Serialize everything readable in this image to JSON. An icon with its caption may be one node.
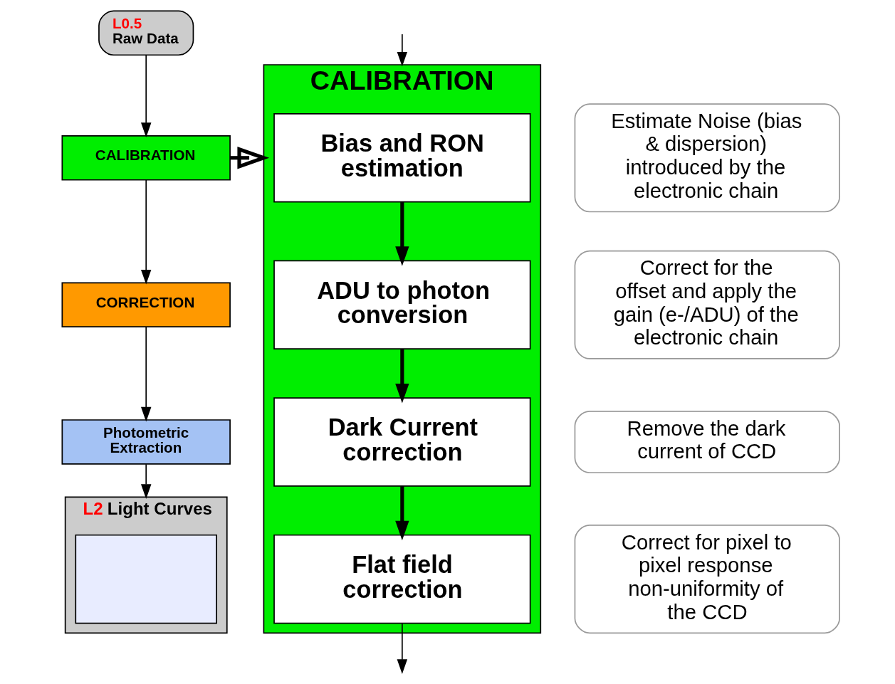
{
  "diagram": {
    "nodes": [
      {
        "text": [
          "L0.5",
          "Raw Data"
        ]
      },
      {
        "text": [
          "CALIBRATION"
        ]
      },
      {
        "text": [
          "CORRECTION"
        ]
      },
      {
        "text": [
          "Photometric Extraction"
        ]
      },
      {
        "text": [
          "L2",
          "Light Curves"
        ]
      },
      {
        "text": [],
        "shape": "box",
        "in": 4
      },
      {
        "text": [
          "CALIBRATION"
        ]
      },
      {
        "text": [
          "Bias and RON estimation"
        ],
        "in": 6
      },
      {
        "text": [
          "ADU to photon conversion"
        ],
        "in": 6
      },
      {
        "text": [
          "Dark Current correction"
        ],
        "in": 6
      },
      {
        "text": [
          "Flat field correction"
        ],
        "in": 6
      },
      {
        "text": [
          "Estimate Noise (bias & dispersion) introduced by the electronic chain"
        ]
      },
      {
        "text": [
          "Correct for the offset and apply the gain (e-/ADU) of the electronic chain"
        ]
      },
      {
        "text": [
          "Remove the dark current of CCD"
        ]
      },
      {
        "text": [
          "Correct for pixel to pixel response non-uniformity of the CCD"
        ]
      }
    ],
    "edges": [
      {
        "from": 0,
        "to": 1,
        "arrow": "to"
      },
      {
        "from": 1,
        "to": 2,
        "arrow": "to"
      },
      {
        "from": 2,
        "to": 3,
        "arrow": "to"
      },
      {
        "from": 3,
        "to": 4,
        "arrow": "to"
      },
      {
        "from": 1,
        "to": 6,
        "arrow": "to",
        "style": "thick"
      },
      {
        "from": null,
        "to": 6,
        "arrow": "to"
      },
      {
        "from": 7,
        "to": 8,
        "arrow": "to",
        "style": "thick"
      },
      {
        "from": 8,
        "to": 9,
        "arrow": "to",
        "style": "thick"
      },
      {
        "from": 9,
        "to": 10,
        "arrow": "to",
        "style": "thick"
      },
      {
        "from": 10,
        "to": null,
        "arrow": "to"
      }
    ]
  }
}
